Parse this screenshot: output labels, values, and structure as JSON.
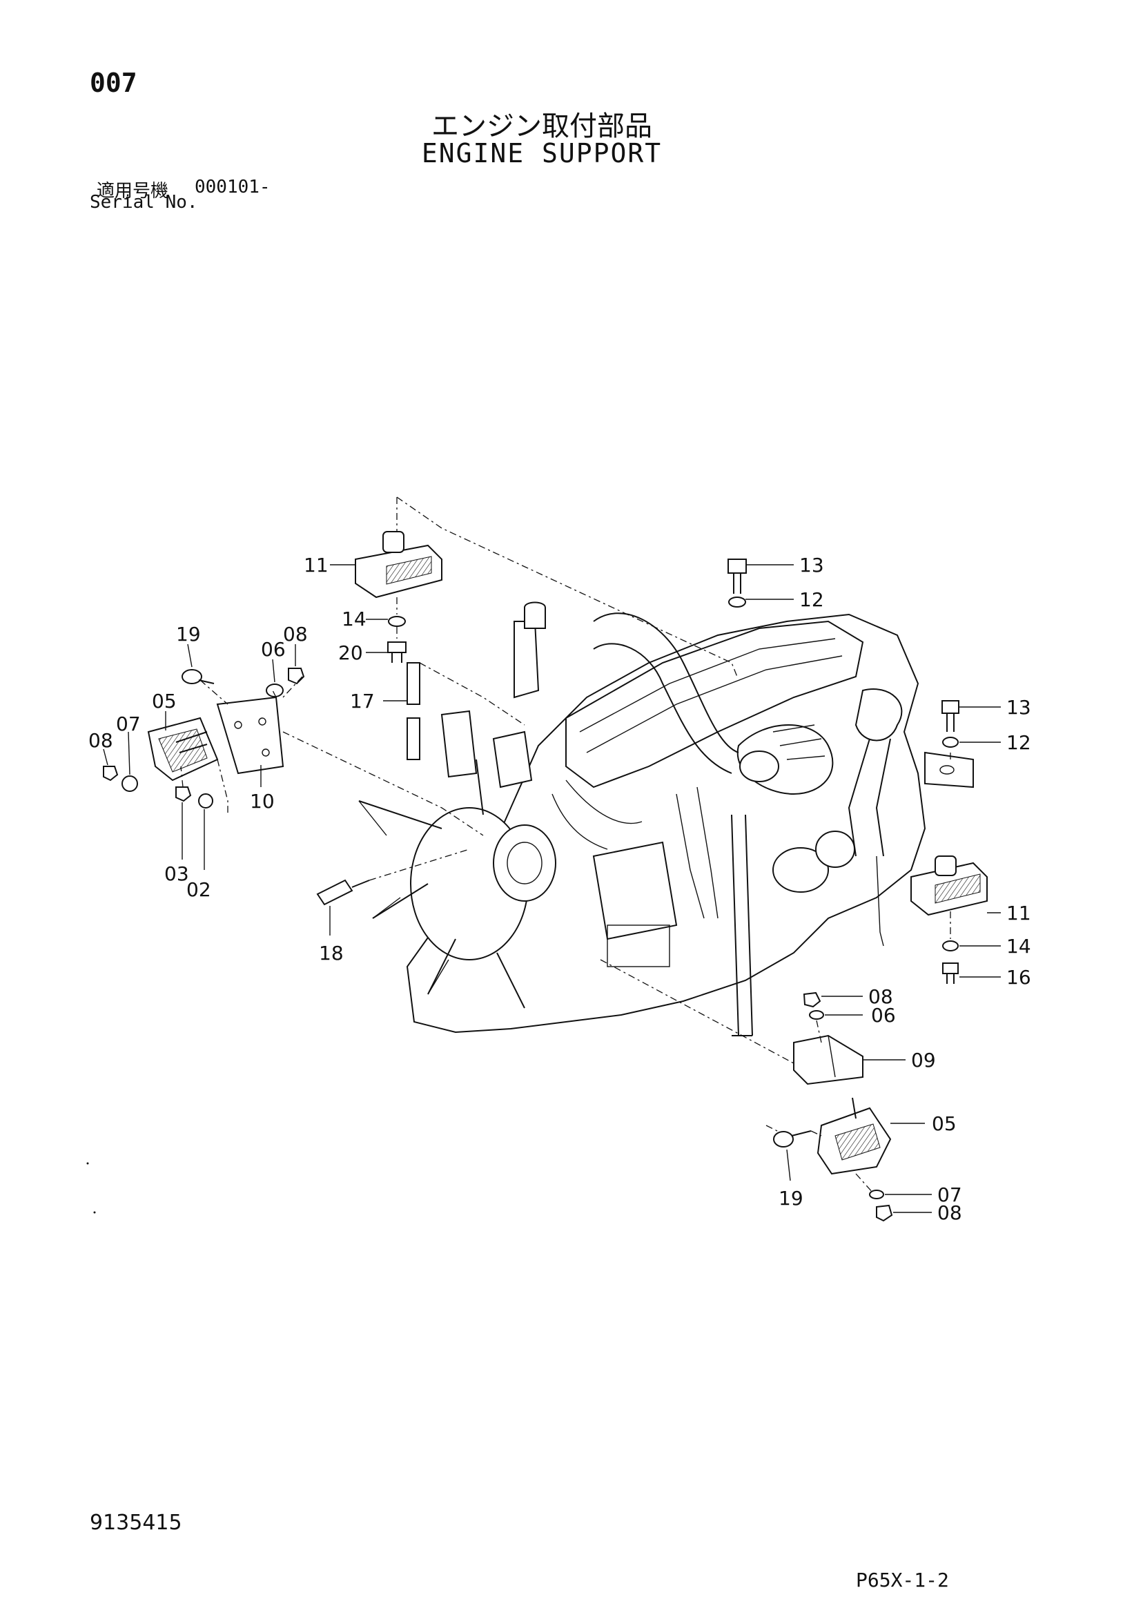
{
  "header": {
    "page_no": "007",
    "title_jp": "エンジン取付部品",
    "title_en": "ENGINE SUPPORT",
    "serial_label_jp": "適用号機",
    "serial_value": "000101-",
    "serial_label_en": "Serial No."
  },
  "footer": {
    "drawing_no": "9135415",
    "sheet_ref": "P65X-1-2"
  },
  "callouts": [
    "11",
    "13",
    "12",
    "14",
    "20",
    "19",
    "06",
    "08",
    "05",
    "07",
    "08",
    "17",
    "10",
    "13",
    "12",
    "03",
    "02",
    "18",
    "11",
    "14",
    "16",
    "08",
    "06",
    "09",
    "05",
    "19",
    "07",
    "08"
  ]
}
